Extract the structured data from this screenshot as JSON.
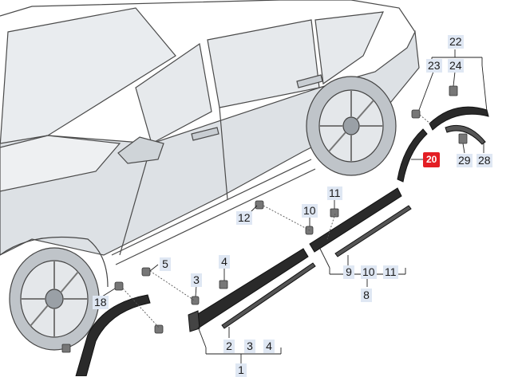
{
  "colors": {
    "callout_bg": "#dfe7f3",
    "highlight_bg": "#e31e24",
    "highlight_text": "#ffffff",
    "line": "#222222"
  },
  "callouts": {
    "c1": "1",
    "c2": "2",
    "c3a": "3",
    "c3b": "3",
    "c4a": "4",
    "c4b": "4",
    "c5": "5",
    "c8": "8",
    "c9": "9",
    "c10a": "10",
    "c10b": "10",
    "c11a": "11",
    "c11b": "11",
    "c12": "12",
    "c18": "18",
    "c20": "20",
    "c22": "22",
    "c23": "23",
    "c24": "24",
    "c28": "28",
    "c29": "29"
  },
  "highlighted_part": "20"
}
